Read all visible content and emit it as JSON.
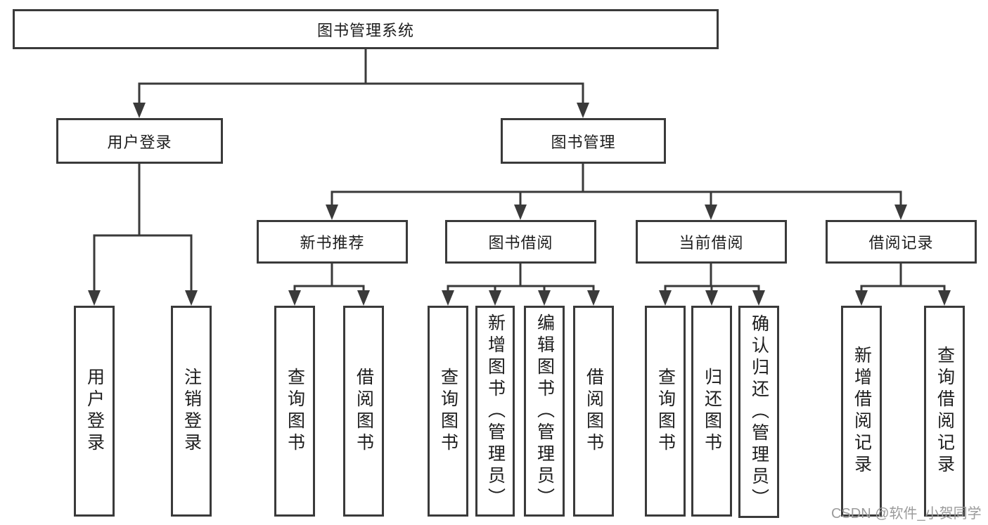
{
  "tree": {
    "label": "图书管理系统",
    "children": [
      {
        "label": "用户登录",
        "children": [
          {
            "label": "用户登录"
          },
          {
            "label": "注销登录"
          }
        ]
      },
      {
        "label": "图书管理",
        "children": [
          {
            "label": "新书推荐",
            "children": [
              {
                "label": "查询图书"
              },
              {
                "label": "借阅图书"
              }
            ]
          },
          {
            "label": "图书借阅",
            "children": [
              {
                "label": "查询图书"
              },
              {
                "label": "新增图书（管理员）"
              },
              {
                "label": "编辑图书（管理员）"
              },
              {
                "label": "借阅图书"
              }
            ]
          },
          {
            "label": "当前借阅",
            "children": [
              {
                "label": "查询图书"
              },
              {
                "label": "归还图书"
              },
              {
                "label": "确认归还（管理员）"
              }
            ]
          },
          {
            "label": "借阅记录",
            "children": [
              {
                "label": "新增借阅记录"
              },
              {
                "label": "查询借阅记录"
              }
            ]
          }
        ]
      }
    ]
  },
  "watermark": "CSDN @软件_小贺同学",
  "colors": {
    "line": "#3a3a3a",
    "text": "#1d1d1d",
    "watermark": "#9b9b9b",
    "background": "#ffffff"
  }
}
